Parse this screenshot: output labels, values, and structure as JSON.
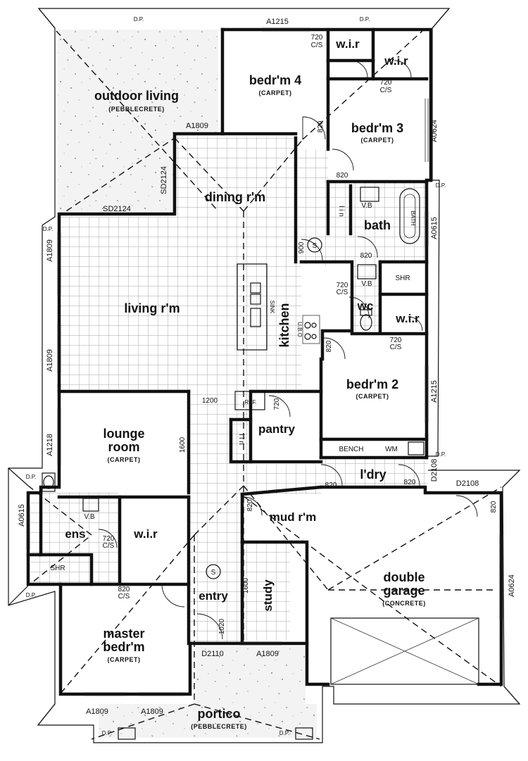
{
  "rooms": {
    "outdoor_living": {
      "name": "outdoor living",
      "floor": "(PEBBLECRETE)"
    },
    "bedroom4": {
      "name": "bedr'm 4",
      "floor": "(CARPET)"
    },
    "bedroom3": {
      "name": "bedr'm 3",
      "floor": "(CARPET)"
    },
    "wir_top_left": {
      "name": "w.i.r"
    },
    "wir_top_right": {
      "name": "w.i.r"
    },
    "dining": {
      "name": "dining r'm"
    },
    "bath": {
      "name": "bath"
    },
    "living": {
      "name": "living r'm"
    },
    "kitchen": {
      "name": "kitchen"
    },
    "wc": {
      "name": "wc"
    },
    "wir_mid": {
      "name": "w.i.r"
    },
    "bedroom2": {
      "name": "bedr'm 2",
      "floor": "(CARPET)"
    },
    "lounge": {
      "name_line1": "lounge",
      "name_line2": "room",
      "floor": "(CARPET)"
    },
    "pantry": {
      "name": "pantry"
    },
    "laundry": {
      "name": "l'dry"
    },
    "mud": {
      "name": "mud r'm"
    },
    "ensuite": {
      "name": "ens"
    },
    "wir_master": {
      "name": "w.i.r"
    },
    "double_garage": {
      "name_line1": "double",
      "name_line2": "garage",
      "floor": "(CONCRETE)"
    },
    "entry": {
      "name": "entry"
    },
    "study": {
      "name": "study"
    },
    "master": {
      "name_line1": "master",
      "name_line2": "bedr'm",
      "floor": "(CARPET)"
    },
    "portico": {
      "name": "portico",
      "floor": "(PEBBLECRETE)"
    }
  },
  "fixtures": {
    "lin": "l i n",
    "vb": "V.B",
    "bath_tub": "BATH",
    "shr": "SHR",
    "sink": "SINK",
    "ubo": "U.B.O",
    "ref": "REF.",
    "bench": "BENCH",
    "wm": "WM",
    "smoke": "S"
  },
  "labels": {
    "dp": "D.P.",
    "a1215": "A1215",
    "a1809": "A1809",
    "a0624": "A0624",
    "a0615": "A0615",
    "a1218": "A1218",
    "sd2124": "SD2124",
    "d2108": "D2108",
    "d2110": "D2110",
    "d720": "720",
    "d820": "820",
    "d900": "900",
    "d1200": "1200",
    "d1600": "1600",
    "d1020": "1020",
    "cs": "C/S"
  }
}
